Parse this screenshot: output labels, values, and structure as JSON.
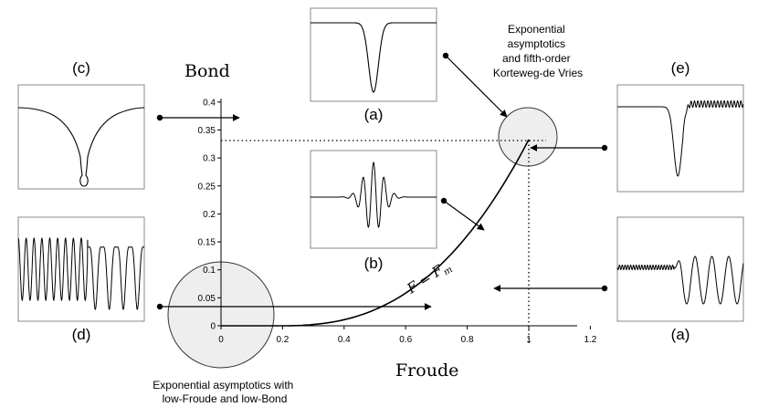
{
  "axes": {
    "xlabel": "Froude",
    "ylabel": "Bond",
    "x_ticks": [
      "0",
      "0.2",
      "0.4",
      "0.6",
      "0.8",
      "1",
      "1.2"
    ],
    "y_ticks": [
      "0",
      "0.05",
      "0.1",
      "0.15",
      "0.2",
      "0.25",
      "0.3",
      "0.35",
      "0.4"
    ],
    "xlim": [
      0,
      1.25
    ],
    "ylim": [
      0,
      0.4
    ],
    "reference_lines": {
      "x": 1,
      "y": 0.333
    }
  },
  "curve_label": {
    "lhs": "F",
    "eq": " = ",
    "rhs": "F",
    "sub": "m"
  },
  "annotations": {
    "top_right": [
      "Exponential",
      "asymptotics",
      "and fifth-order",
      "Korteweg-de Vries"
    ],
    "bottom_left": [
      "Exponential asymptotics with",
      "low-Froude and low-Bond"
    ]
  },
  "panels": {
    "c": "(c)",
    "d": "(d)",
    "a_top": "(a)",
    "b": "(b)",
    "e": "(e)",
    "a_right": "(a)"
  },
  "colors": {
    "circle_fill": "#eeeeee",
    "line": "#000000"
  }
}
